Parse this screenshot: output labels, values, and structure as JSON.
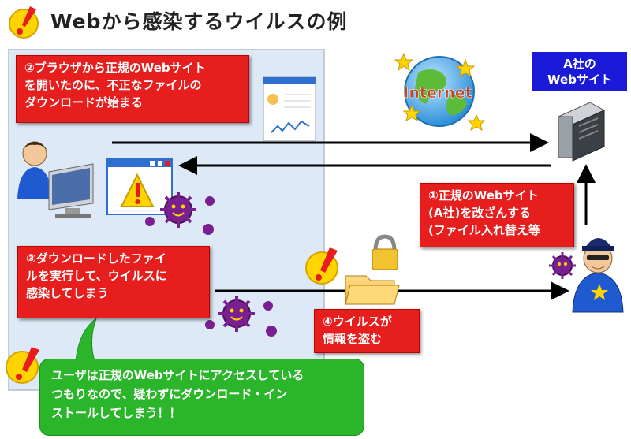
{
  "title": "Webから感染するウイルスの例",
  "server_label": [
    "A社の",
    "Webサイト"
  ],
  "internet_label": "Internet",
  "step2": [
    "②ブラウザから正規のWebサイト",
    "を開いたのに、不正なファイルの",
    "ダウンロードが始まる"
  ],
  "step1": [
    "①正規のWebサイト",
    "(A社)を改ざんする",
    "(ファイル入れ替え等"
  ],
  "step3": [
    "③ダウンロードしたファイ",
    "ルを実行して、ウイルスに",
    "感染してしまう"
  ],
  "step4": [
    "④ウイルスが",
    "情報を盗む"
  ],
  "note": [
    "ユーザは正規のWebサイトにアクセスしている",
    "つもりなので、疑わずにダウンロード・イン",
    "ストールしてしまう！！"
  ],
  "colors": {
    "red": "#e61e1e",
    "blue": "#1a1ad8",
    "green": "#2bb52b",
    "panel": "#dde9f6",
    "virus": "#7a1f8f"
  }
}
